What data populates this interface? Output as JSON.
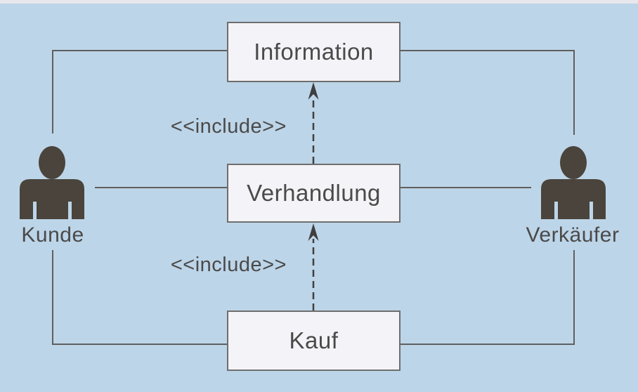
{
  "diagram_type": "uml-use-case",
  "use_cases": {
    "information": {
      "label": "Information"
    },
    "verhandlung": {
      "label": "Verhandlung"
    },
    "kauf": {
      "label": "Kauf"
    }
  },
  "actors": {
    "kunde": {
      "label": "Kunde"
    },
    "verkaeufer": {
      "label": "Verkäufer"
    }
  },
  "stereotypes": {
    "include_upper": "<<include>>",
    "include_lower": "<<include>>"
  },
  "relations": [
    "Kunde — Information",
    "Kunde — Verhandlung",
    "Kunde — Kauf",
    "Verkäufer — Information",
    "Verkäufer — Verhandlung",
    "Verkäufer — Kauf",
    "Verhandlung ..> Information <<include>>",
    "Kauf ..> Verhandlung <<include>>"
  ],
  "colors": {
    "background": "#bdd5e8",
    "top-strip": "#e7e7ec",
    "box-fill": "#f4f4f8",
    "box-border": "#6e6e6e",
    "connector": "#5f5f5f",
    "text": "#4a4a4a",
    "actor": "#4a443c"
  }
}
